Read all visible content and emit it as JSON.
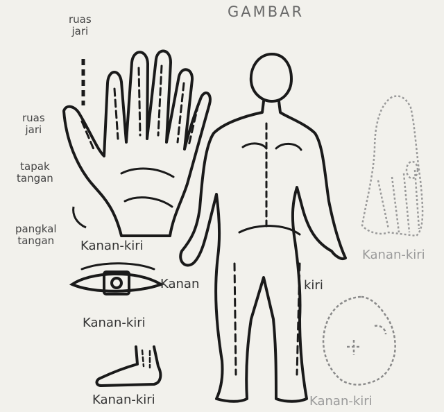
{
  "title": "GAMBAR",
  "labels": {
    "ruas_jari_top": [
      "ruas",
      "jari"
    ],
    "ruas_jari_side": [
      "ruas",
      "jari"
    ],
    "tapak_tangan": [
      "tapak",
      "tangan"
    ],
    "pangkal_tangan": [
      "pangkal",
      "tangan"
    ],
    "hand_caption": "Kanan-kiri",
    "kanan": "Kanan",
    "kiri": "kiri",
    "foot_caption": "Kanan-kiri",
    "eye_caption": "Kanan-kiri",
    "leg_caption": "Kanan-kiri",
    "head_caption": "Kanan-kiri"
  },
  "colors": {
    "paper": "#f2f1ec",
    "ink": "#1a1a1a",
    "faint_ink": "#9a9a9a"
  }
}
